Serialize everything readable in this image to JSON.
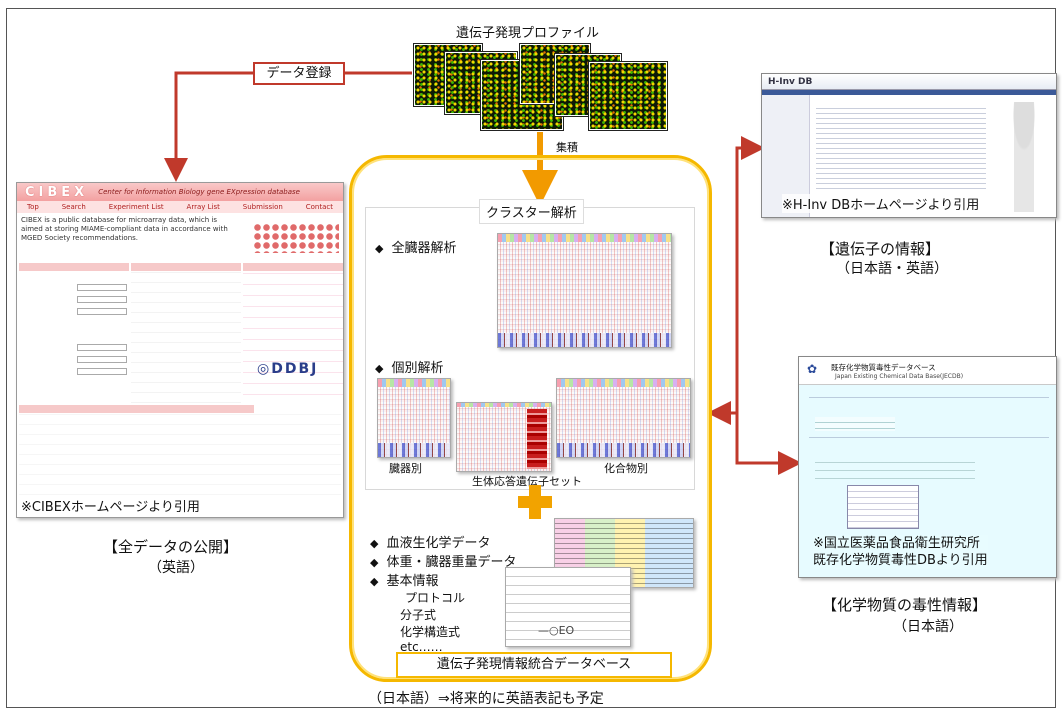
{
  "title_top": "遺伝子発現プロファイル",
  "data_registration": "データ登録",
  "accumulation": "集積",
  "cluster_analysis": "クラスター解析",
  "whole_organ": "全臓器解析",
  "individual": "個別解析",
  "by_organ": "臓器別",
  "bio_response": "生体応答遺伝子セット",
  "by_compound": "化合物別",
  "blood": "血液生化学データ",
  "weight": "体重・臓器重量データ",
  "basic_info": "基本情報",
  "basic_items": [
    "プロトコル",
    "分子式",
    "化学構造式",
    "etc……"
  ],
  "integrated_db": "遺伝子発現情報統合データベース",
  "bottom_note": "（日本語）⇒将来的に英語表記も予定",
  "left_caption1": "【全データの公開】",
  "left_caption2": "（英語）",
  "cibex": {
    "logo": "CIBEX",
    "tagline": "Center for Information Biology gene EXpression database",
    "nav": [
      "Top",
      "Search",
      "Experiment List",
      "Array List",
      "Submission",
      "Contact"
    ],
    "intro": "CIBEX is a public database for microarray data, which is aimed at storing MIAME-compliant data in accordance with MGED Society recommendations.",
    "caption": "※CIBEXホームページより引用"
  },
  "hinv": {
    "logo": "H-Inv DB",
    "caption": "※H-Inv DBホームページより引用"
  },
  "gene_info1": "【遺伝子の情報】",
  "gene_info2": "（日本語・英語）",
  "chem": {
    "title": "既存化学物質毒性データベース",
    "sub": "Japan Existing Chemical Data Base(JECDB)",
    "caption1": "※国立医薬品食品衛生研究所",
    "caption2": "既存化学物質毒性DBより引用"
  },
  "chem_info1": "【化学物質の毒性情報】",
  "chem_info2": "（日本語）",
  "colors": {
    "arrow_red": "#c0392b",
    "arrow_orange": "#f29a00",
    "box_yellow": "#f5b800"
  }
}
